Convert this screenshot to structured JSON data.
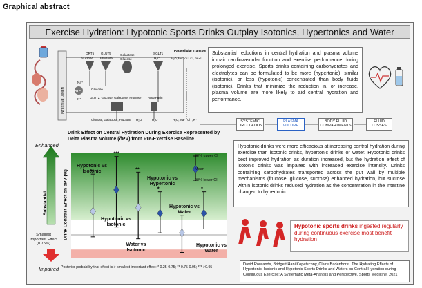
{
  "page_title": "Graphical abstract",
  "header_title": "Exercise Hydration: Hypotonic Sports Drinks Outplay Isotonics, Hypertonics and Water",
  "intro_text": "Substantial reductions in central hydration and plasma volume impair cardiovascular function and exercise performance during prolonged exercise. Sports drinks containing carbohydrates and electrolytes can be formulated to be more (hypertonic), similar (isotonic), or less (hypotonic) concentrated than body fluids (isotonic). Drinks that minimize the reduction in, or increase, plasma volume are more likely to aid central hydration and performance.",
  "results_text": "Hypotonic drinks were more efficacious at increasing central hydration during exercise than isotonic drinks, hypertonic drinks or water. Hypotonic drinks best improved hydration as duration increased, but the hydration effect of isotonic drinks was impaired with increased exercise intensity. Drinks containing carbohydrates transported across the gut wall by multiple mechanisms (fructose, glucose, sucrose) enhanced hydration, but sucrose within isotonic drinks reduced hydration as the concentration in the intestine changed to hypertonic.",
  "conclusion": {
    "highlight": "Hypotonic sports drinks",
    "rest": " ingested regularly during continuous exercise most benefit hydration"
  },
  "citation": "David Rowlands, Bridgett Hani Kopetschny, Claire Badenhorst. The Hydrating Effects of Hypertonic, Isotonic and Hypotonic Sports Drinks and Waters on Central Hydration during Continuous Exercise: A Systematic Meta-Analysis and Perspective. Sports Medicine, 2021",
  "gut": {
    "intestine_label": "INTESTINE LUMEN",
    "orts_label": "ORT5",
    "sucrose_label": "Sucrose",
    "glut5_label": "GLUT5",
    "fructose_label": "Fructose",
    "galactose_label": "Galactose",
    "glucose_label": "Glucose",
    "sglt1_label": "SGLT1",
    "h2o_label": "H₂O",
    "paracellular_label": "Paracellular Transport",
    "paracellular_items": "H₂O, Na⁺, Cl⁻, K⁺, 2Na⁺",
    "atp_label": "ATP",
    "na_label": "Na⁺",
    "k_label": "K⁺",
    "glucose_only": "Glucose",
    "glut2_label": "GLUT2: Glucose, Galactose, Fructose",
    "aquaporin_label": "AquaPorin",
    "bottom_sugars": "Glucose, Galactose, Fructose",
    "bottom_h2o": "H₂O",
    "bottom_h2o_2": "H₂O",
    "bottom_ions": "H₂O, Na⁺, Cl⁻, K⁺"
  },
  "flow": {
    "systemic": "SYSTEMIC CIRCULATION",
    "plasma": "PLASMA VOLUME",
    "body_fluid": "BODY FLUID COMPARTMENTS",
    "fluid_losses": "FLUID LOSSES"
  },
  "chart_data": {
    "type": "scatter",
    "title": "Drink Effect on Central Hydration During Exercise Represented by Delta Plasma Volume (δPV) from Pre-Exercise Baseline",
    "ylabel": "Drink Contrast Effect on δPV (%)",
    "enhanced_label": "Enhanced",
    "impaired_label": "Impaired",
    "substantial_label": "Substantial",
    "smallest_effect_label": "Smallest Important Effect (0.75%)",
    "legend": {
      "upper": "90% upper CI",
      "mean": "Mean",
      "lower": "90% lower CI"
    },
    "footnote": "Posterior probability that effect is > smallest important effect: * 0.25-0.75; ** 0.75-0.95; *** >0.95",
    "colors": {
      "enhanced": "#2e8b2e",
      "impaired": "#e03030",
      "mean": "#2a53a8",
      "mean_light": "#b8c7e6"
    },
    "ylim": [
      -1.2,
      4.2
    ],
    "smallest_important_effect": 0.75,
    "series": [
      {
        "comparison": "Hypotonic vs Isotonic",
        "mean": 1.2,
        "lower": -0.1,
        "upper": 3.1,
        "sig": "**"
      },
      {
        "comparison": "Hypotonic vs Isotonic",
        "mean": 2.3,
        "lower": 0.4,
        "upper": 4.0,
        "sig": "***"
      },
      {
        "comparison": "Hypotonic vs Isotonic",
        "mean": 1.4,
        "lower": -0.2,
        "upper": 3.2,
        "sig": "**"
      },
      {
        "comparison": "Hypotonic vs Hypertonic",
        "mean": 1.1,
        "lower": 0.1,
        "upper": 2.2,
        "sig": "*"
      },
      {
        "comparison": "Water vs Isotonic",
        "mean": 0.1,
        "lower": -0.9,
        "upper": 1.0,
        "sig": ""
      },
      {
        "comparison": "Hypotonic vs Water",
        "mean": 1.1,
        "lower": 0.3,
        "upper": 2.2,
        "sig": "*"
      }
    ],
    "category_labels": [
      "Hypotonic vs Isotonic",
      "Hypotonic vs Isotonic",
      "Hypotonic vs Hypertonic",
      "Hypotonic vs Water",
      "Water vs Isotonic",
      "Hypotonic vs Water"
    ]
  }
}
